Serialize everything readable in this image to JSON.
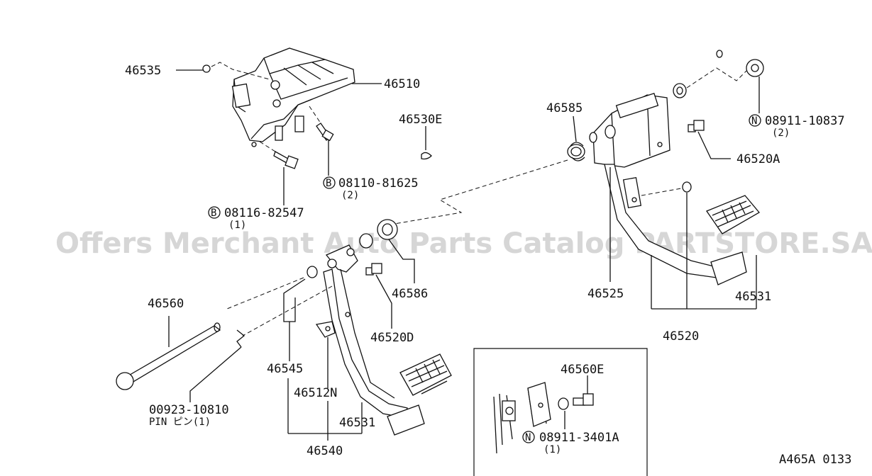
{
  "watermark": "Offers Merchant Auto Parts Catalog PARTSTORE.SA",
  "diagram_code": "A465A 0133",
  "callouts": {
    "c46535": "46535",
    "c46510": "46510",
    "c46530E": "46530E",
    "c46585": "46585",
    "b08110": "08110-81625",
    "b08110_qty": "(2)",
    "b08116": "08116-82547",
    "b08116_qty": "(1)",
    "n08911_10837": "08911-10837",
    "n08911_10837_qty": "(2)",
    "c46520A": "46520A",
    "c46560": "46560",
    "c46586": "46586",
    "c46520D": "46520D",
    "c46545": "46545",
    "c46512N": "46512N",
    "c00923": "00923-10810",
    "pin_label": "PIN ピン(1)",
    "c46531_left": "46531",
    "c46540": "46540",
    "c46525": "46525",
    "c46531_right": "46531",
    "c46520": "46520",
    "c46560E": "46560E",
    "n08911_3401A": "08911-3401A",
    "n08911_3401A_qty": "(1)"
  },
  "markers": {
    "bolt": "B",
    "nut": "N"
  }
}
